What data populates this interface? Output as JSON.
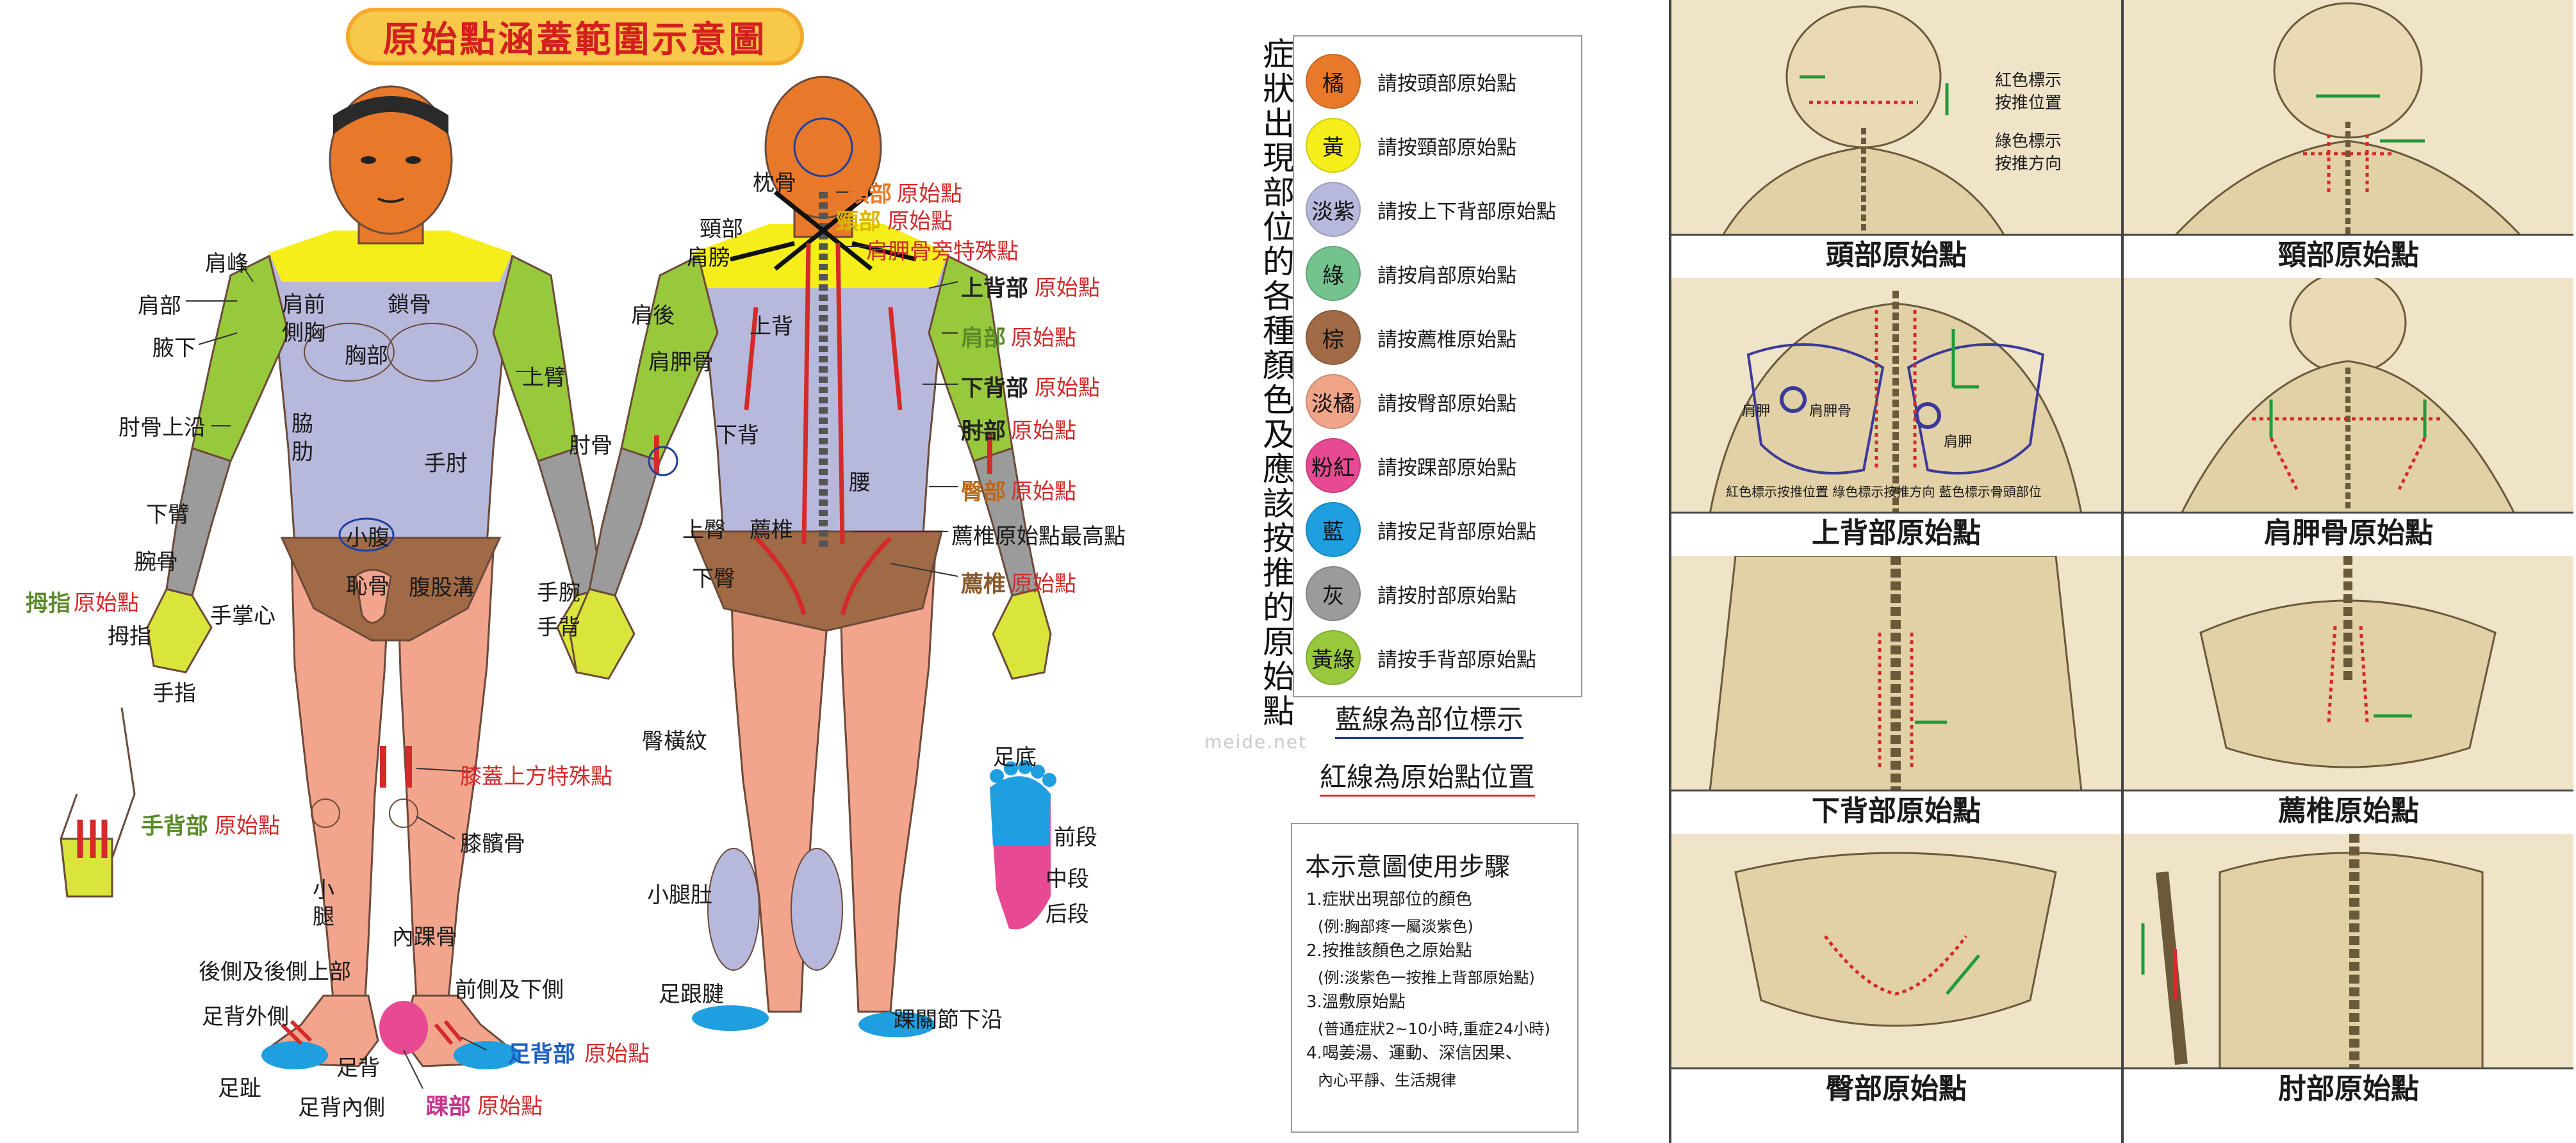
{
  "title": "原始點涵蓋範圍示意圖",
  "front_labels": {
    "shoulder_peak": "肩峰",
    "shoulder": "肩部",
    "front_shoulder": "肩前",
    "side_chest": "側胸",
    "armpit": "腋下",
    "collarbone": "鎖骨",
    "chest": "胸部",
    "upper_arm": "上臂",
    "elbow_upper": "肘骨上沿",
    "ribs": "脇肋",
    "elbow": "手肘",
    "forearm": "下臂",
    "wrist": "腕骨",
    "thumb_point_hl": "拇指",
    "thumb_point_tail": "原始點",
    "palm": "手掌心",
    "thumb": "拇指",
    "lower_abdomen": "小腹",
    "pubic": "恥骨",
    "groin": "腹股溝",
    "wrist2": "手腕",
    "hand_back": "手背",
    "finger": "手指",
    "knee_special": "膝蓋上方特殊點",
    "kneecap": "膝髕骨",
    "hand_back_point_hl": "手背部",
    "hand_back_point_tail": "原始點",
    "calf_front": "小",
    "calf_front2": "腿",
    "inner_ankle": "內踝骨",
    "back_side": "後側及後側上部",
    "front_side": "前側及下側",
    "foot_outer": "足背外側",
    "foot_back": "足背",
    "foot_back_point_hl": "足背部",
    "foot_back_point_tail": "原始點",
    "toe": "足趾",
    "foot_inner": "足背內側",
    "heel_point_hl": "踝部",
    "heel_point_tail": "原始點"
  },
  "back_labels": {
    "occipital": "枕骨",
    "head_point_hl": "頭部",
    "head_point_tail": "原始點",
    "neck": "頸部",
    "neck_point_hl": "頸部",
    "neck_point_tail": "原始點",
    "shoulder_top": "肩膀",
    "scapula_special": "肩胛骨旁特殊點",
    "shoulder_back": "肩後",
    "upper_back": "上背",
    "upper_back_point_hl": "上背部",
    "upper_back_point_tail": "原始點",
    "scapula": "肩胛骨",
    "shoulder_point_hl": "肩部",
    "shoulder_point_tail": "原始點",
    "lower_back_point_hl": "下背部",
    "lower_back_point_tail": "原始點",
    "elbow_bone": "肘骨",
    "lower_back": "下背",
    "elbow_point_hl": "肘部",
    "elbow_point_tail": "原始點",
    "waist": "腰",
    "hip_point_hl": "臀部",
    "hip_point_tail": "原始點",
    "upper_hip": "上臀",
    "sacrum": "薦椎",
    "sacrum_highest": "薦椎原始點最高點",
    "lower_hip": "下臀",
    "sacrum_point_hl": "薦椎",
    "sacrum_point_tail": "原始點",
    "hip_crease": "臀橫紋",
    "calf_belly": "小腿肚",
    "achilles": "足跟腱",
    "ankle_lower": "踝關節下沿"
  },
  "sole": {
    "title": "足底",
    "front": "前段",
    "middle": "中段",
    "rear": "后段"
  },
  "vertical_title": "症狀出現部位的各種顏色及應該按推的原始點",
  "legend": [
    {
      "chip": "橘",
      "color": "#e8792a",
      "text": "請按頭部原始點"
    },
    {
      "chip": "黃",
      "color": "#f5ee1a",
      "text": "請按頸部原始點"
    },
    {
      "chip": "淡紫",
      "color": "#b7b9dc",
      "text": "請按上下背部原始點"
    },
    {
      "chip": "綠",
      "color": "#74c28e",
      "text": "請按肩部原始點"
    },
    {
      "chip": "棕",
      "color": "#a06a46",
      "text": "請按薦椎原始點"
    },
    {
      "chip": "淡橘",
      "color": "#f0a589",
      "text": "請按臀部原始點"
    },
    {
      "chip": "粉紅",
      "color": "#e74a92",
      "text": "請按踝部原始點"
    },
    {
      "chip": "藍",
      "color": "#1f9ee0",
      "text": "請按足背部原始點"
    },
    {
      "chip": "灰",
      "color": "#9b9b9b",
      "text": "請按肘部原始點"
    },
    {
      "chip": "黃綠",
      "color": "#98c93c",
      "text": "請按手背部原始點"
    }
  ],
  "note_blue": "藍線為部位標示",
  "note_red": "紅線為原始點位置",
  "watermark": "meide.net",
  "steps": {
    "title": "本示意圖使用步驟",
    "s1": "1.症狀出現部位的顏色",
    "s1_sub": "(例:胸部疼一屬淡紫色)",
    "s2": "2.按推該顏色之原始點",
    "s2_sub": "(例:淡紫色一按推上背部原始點)",
    "s3": "3.溫敷原始點",
    "s3_sub": "(普通症狀2~10小時,重症24小時)",
    "s4": "4.喝姜湯、運動、深信因果、",
    "s4_b": "內心平靜、生活規律"
  },
  "grid": {
    "legend_red": "紅色標示",
    "legend_red2": "按推位置",
    "legend_green": "綠色標示",
    "legend_green2": "按推方向",
    "upper_back_keys": "紅色標示按推位置 綠色標示按推方向 藍色標示骨頭部位",
    "scapula_small": "肩胛",
    "scapula_small2": "肩胛骨",
    "scapula_small3": "肩胛",
    "captions": [
      "頭部原始點",
      "頸部原始點",
      "上背部原始點",
      "肩胛骨原始點",
      "下背部原始點",
      "薦椎原始點",
      "臀部原始點",
      "肘部原始點"
    ]
  }
}
